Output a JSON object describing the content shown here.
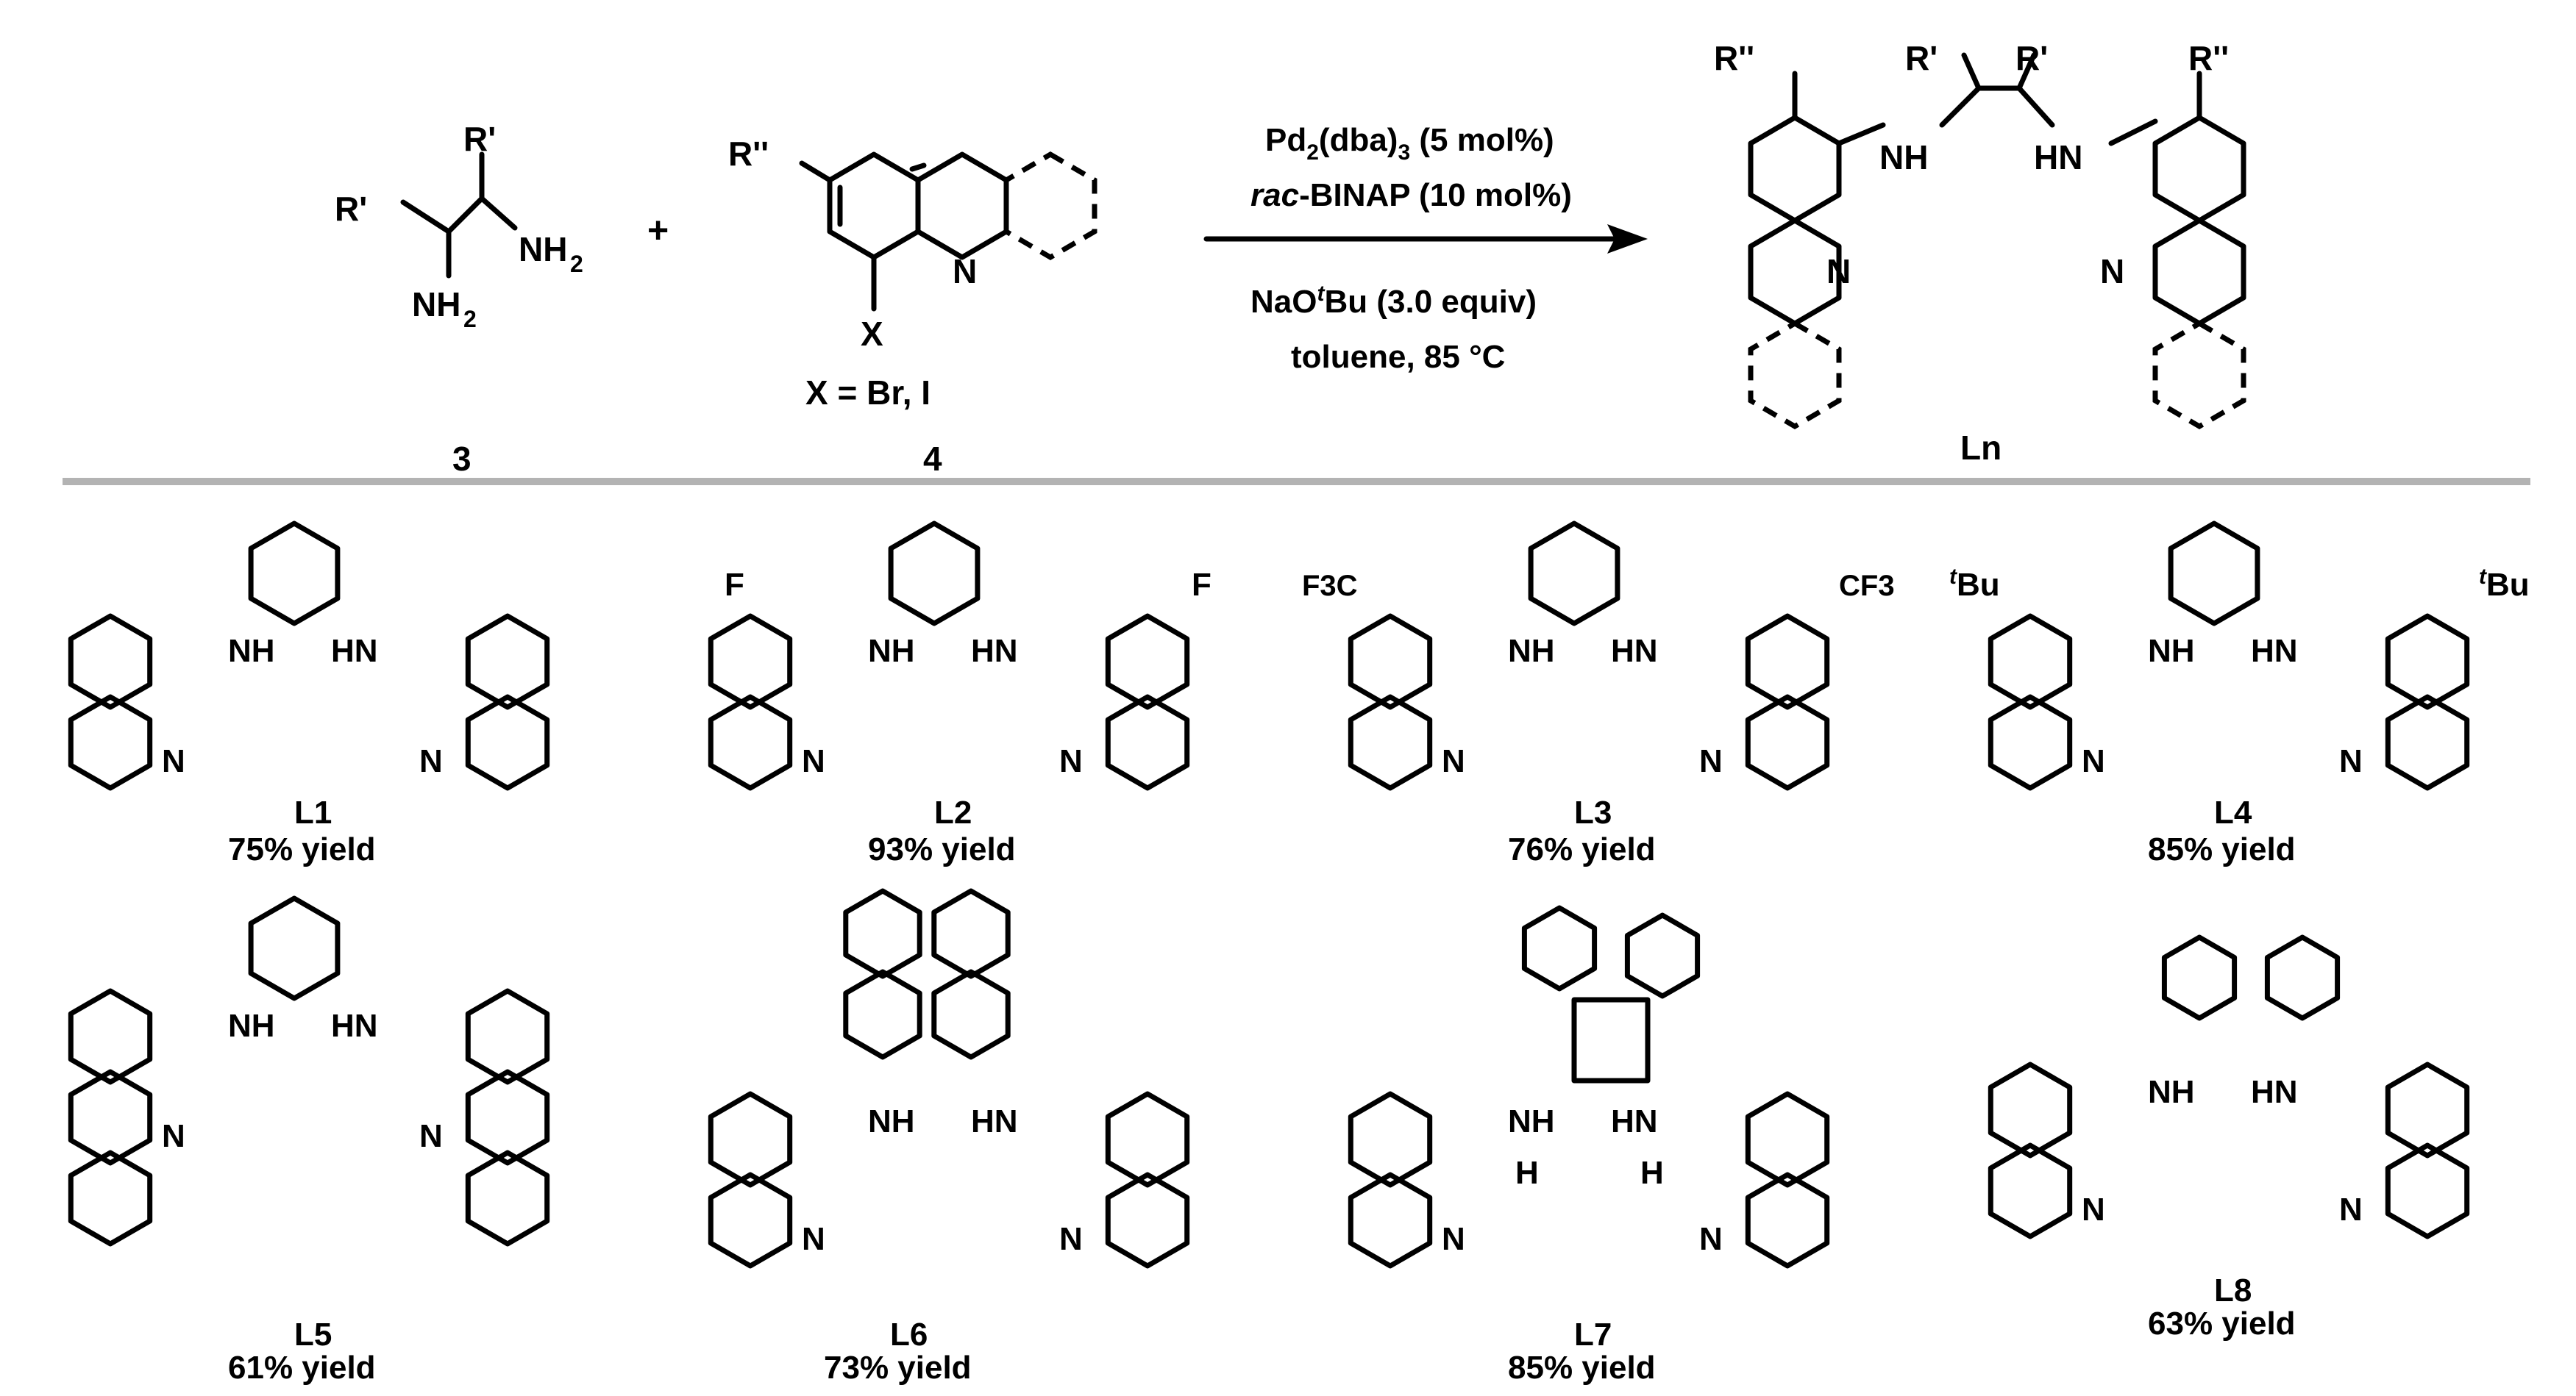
{
  "reaction": {
    "reagent_3": {
      "label": "3",
      "r_prime_1": "R'",
      "r_prime_2": "R'",
      "amine_1": "NH",
      "amine_1_sub": "2",
      "amine_2": "NH",
      "amine_2_sub": "2"
    },
    "plus": "+",
    "reagent_4": {
      "label": "4",
      "r_double_prime": "R''",
      "x": "X",
      "n": "N",
      "x_def": "X = Br, I"
    },
    "conditions": {
      "line1_a": "Pd",
      "line1_a_sub": "2",
      "line1_b": "(dba)",
      "line1_b_sub": "3",
      "line1_c": " (5 mol%)",
      "line2_a": "rac",
      "line2_b": "-BINAP (10 mol%)",
      "line3_a": "NaO",
      "line3_sup": "t",
      "line3_b": "Bu (3.0 equiv)",
      "line4": "toluene, 85 °C"
    },
    "product": {
      "label": "Ln",
      "r_double_prime": "R''",
      "r_prime": "R'",
      "nh": "NH",
      "hn": "HN",
      "n": "N"
    }
  },
  "ligands": [
    {
      "label": "L1",
      "yield": "75% yield",
      "substituent": ""
    },
    {
      "label": "L2",
      "yield": "93% yield",
      "substituent": "F"
    },
    {
      "label": "L3",
      "yield": "76% yield",
      "substituent_left": "F3C",
      "substituent_right": "CF3"
    },
    {
      "label": "L4",
      "yield": "85% yield",
      "sub_sup": "t",
      "sub_base": "Bu"
    },
    {
      "label": "L5",
      "yield": "61% yield"
    },
    {
      "label": "L6",
      "yield": "73% yield"
    },
    {
      "label": "L7",
      "yield": "85% yield"
    },
    {
      "label": "L8",
      "yield": "63% yield"
    }
  ],
  "atoms": {
    "nh": "NH",
    "hn": "HN",
    "n": "N",
    "h": "H"
  },
  "colors": {
    "ink": "#000000",
    "divider": "#b3b3b3"
  }
}
